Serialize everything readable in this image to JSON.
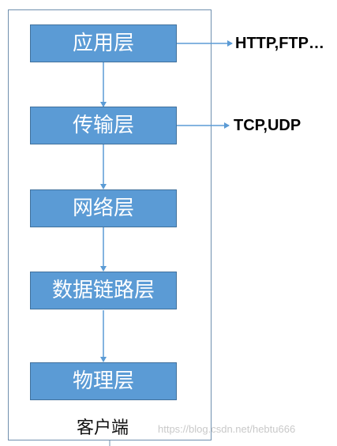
{
  "layers": [
    {
      "label": "应用层",
      "protocols": "HTTP,FTP…"
    },
    {
      "label": "传输层",
      "protocols": "TCP,UDP"
    },
    {
      "label": "网络层"
    },
    {
      "label": "数据链路层"
    },
    {
      "label": "物理层"
    }
  ],
  "frame_label": "客户端",
  "watermark": "https://blog.csdn.net/hebtu666",
  "colors": {
    "box_fill": "#5b9bd5",
    "box_border": "#41719c",
    "arrow": "#5b9bd5",
    "frame_border": "#6f8fae"
  }
}
